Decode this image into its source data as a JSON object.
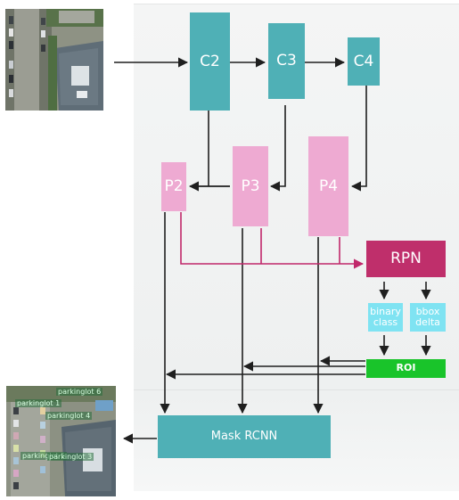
{
  "boxes": {
    "c2": "C2",
    "c3": "C3",
    "c4": "C4",
    "p2": "P2",
    "p3": "P3",
    "p4": "P4",
    "rpn": "RPN",
    "binary_class": "binary class",
    "bbox_delta": "bbox delta",
    "roi": "ROI",
    "mask_rcnn": "Mask RCNN"
  },
  "output_labels": [
    "parkinglot 6",
    "parkinglot 1",
    "parkinglot 4",
    "parkinglot 5",
    "parkinglot 3"
  ],
  "colors": {
    "backbone": "#4fb0b6",
    "feature_pyramid": "#eeaad2",
    "rpn": "#bf2f6b",
    "heads": "#7fe3f2",
    "roi": "#19c42a",
    "rpn_connector": "#c0286a"
  }
}
